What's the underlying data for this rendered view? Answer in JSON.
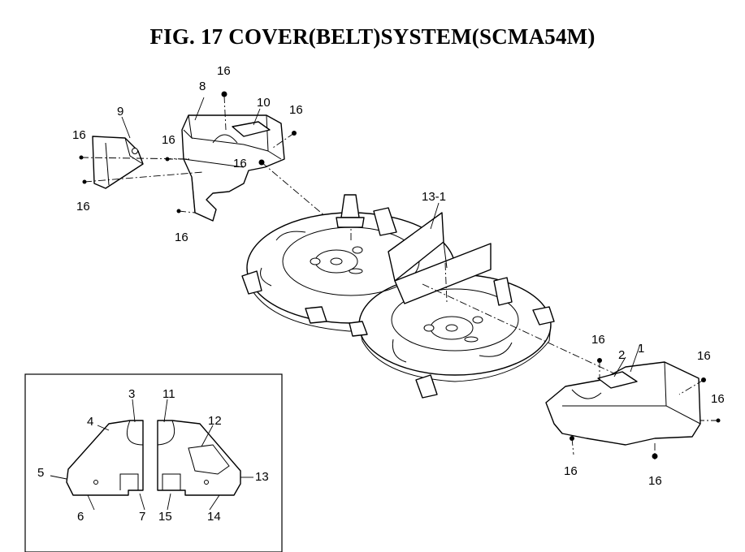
{
  "figure": {
    "title": "FIG. 17  COVER(BELT)SYSTEM(SCMA54M)"
  },
  "callouts": {
    "c1": "1",
    "c2": "2",
    "c3": "3",
    "c4": "4",
    "c5": "5",
    "c6": "6",
    "c7": "7",
    "c8": "8",
    "c9": "9",
    "c10": "10",
    "c11": "11",
    "c12": "12",
    "c13": "13",
    "c14": "14",
    "c15": "15",
    "c13_1": "13-1",
    "f1": "16",
    "f2": "16",
    "f3": "16",
    "f4": "16",
    "f5": "16",
    "f6": "16",
    "f7": "16",
    "f8": "16",
    "f9": "16",
    "f10": "16",
    "f11": "16",
    "f12": "16"
  }
}
